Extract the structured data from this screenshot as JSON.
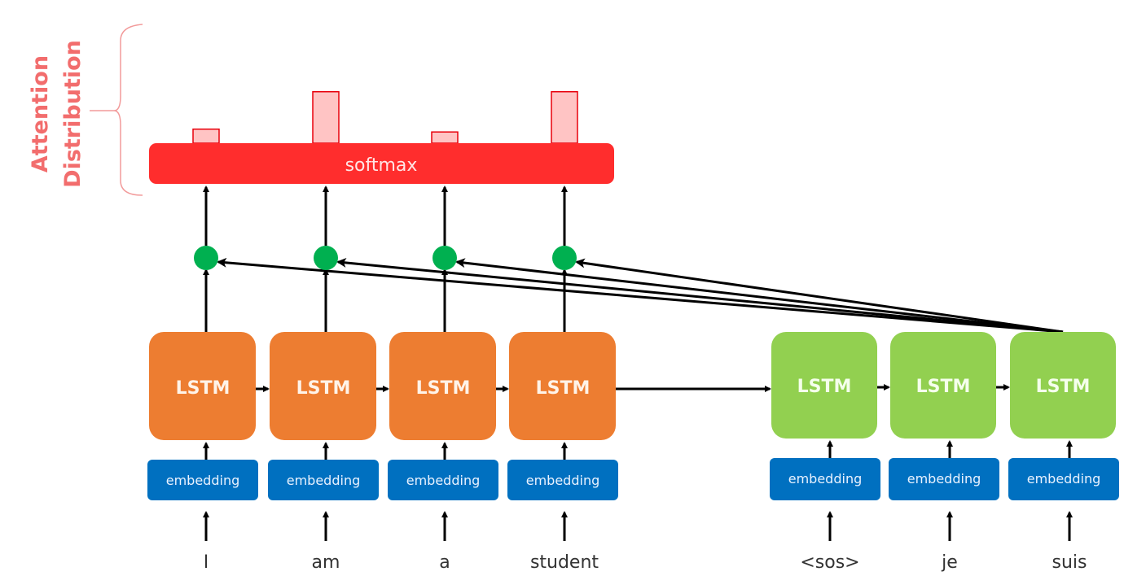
{
  "title_label": {
    "line1": "Attention",
    "line2": "Distribution"
  },
  "softmax_label": "softmax",
  "encoder": {
    "cells": [
      {
        "lstm_label": "LSTM",
        "embedding_label": "embedding",
        "input_word": "I",
        "attention_weight": 0.15
      },
      {
        "lstm_label": "LSTM",
        "embedding_label": "embedding",
        "input_word": "am",
        "attention_weight": 0.55
      },
      {
        "lstm_label": "LSTM",
        "embedding_label": "embedding",
        "input_word": "a",
        "attention_weight": 0.12
      },
      {
        "lstm_label": "LSTM",
        "embedding_label": "embedding",
        "input_word": "student",
        "attention_weight": 0.55
      }
    ]
  },
  "decoder": {
    "cells": [
      {
        "lstm_label": "LSTM",
        "embedding_label": "embedding",
        "input_word": "<sos>"
      },
      {
        "lstm_label": "LSTM",
        "embedding_label": "embedding",
        "input_word": "je"
      },
      {
        "lstm_label": "LSTM",
        "embedding_label": "embedding",
        "input_word": "suis"
      }
    ]
  },
  "colors": {
    "encoder_lstm": "#ED7D31",
    "decoder_lstm": "#92D050",
    "embedding": "#0070C0",
    "softmax": "#FF2D2D",
    "attention_bar_fill": "#FFC4C4",
    "attention_bar_stroke": "#E8000B",
    "dot_product": "#00B050",
    "title_text": "#F26D6D",
    "brace": "#F29A9A"
  }
}
